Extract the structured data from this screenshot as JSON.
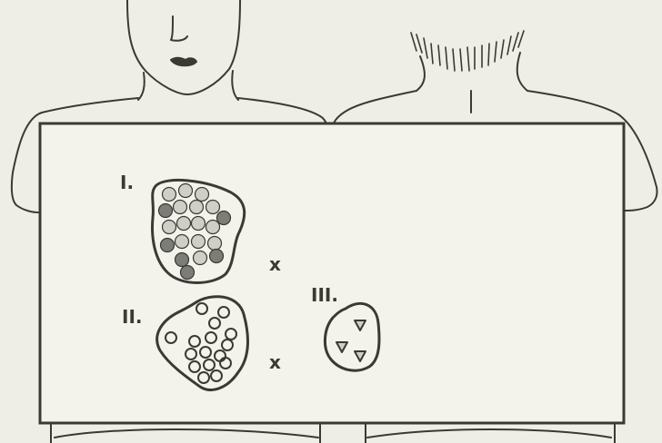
{
  "group_labels": {
    "g1": "I.",
    "g2": "II.",
    "g3": "III."
  },
  "operators": {
    "op1": "x",
    "op2": "x"
  },
  "colors": {
    "background": "#efeee6",
    "ink": "#3a3a34",
    "dot_dark": "#7d7d78",
    "dot_light": "#cfcfc7"
  }
}
